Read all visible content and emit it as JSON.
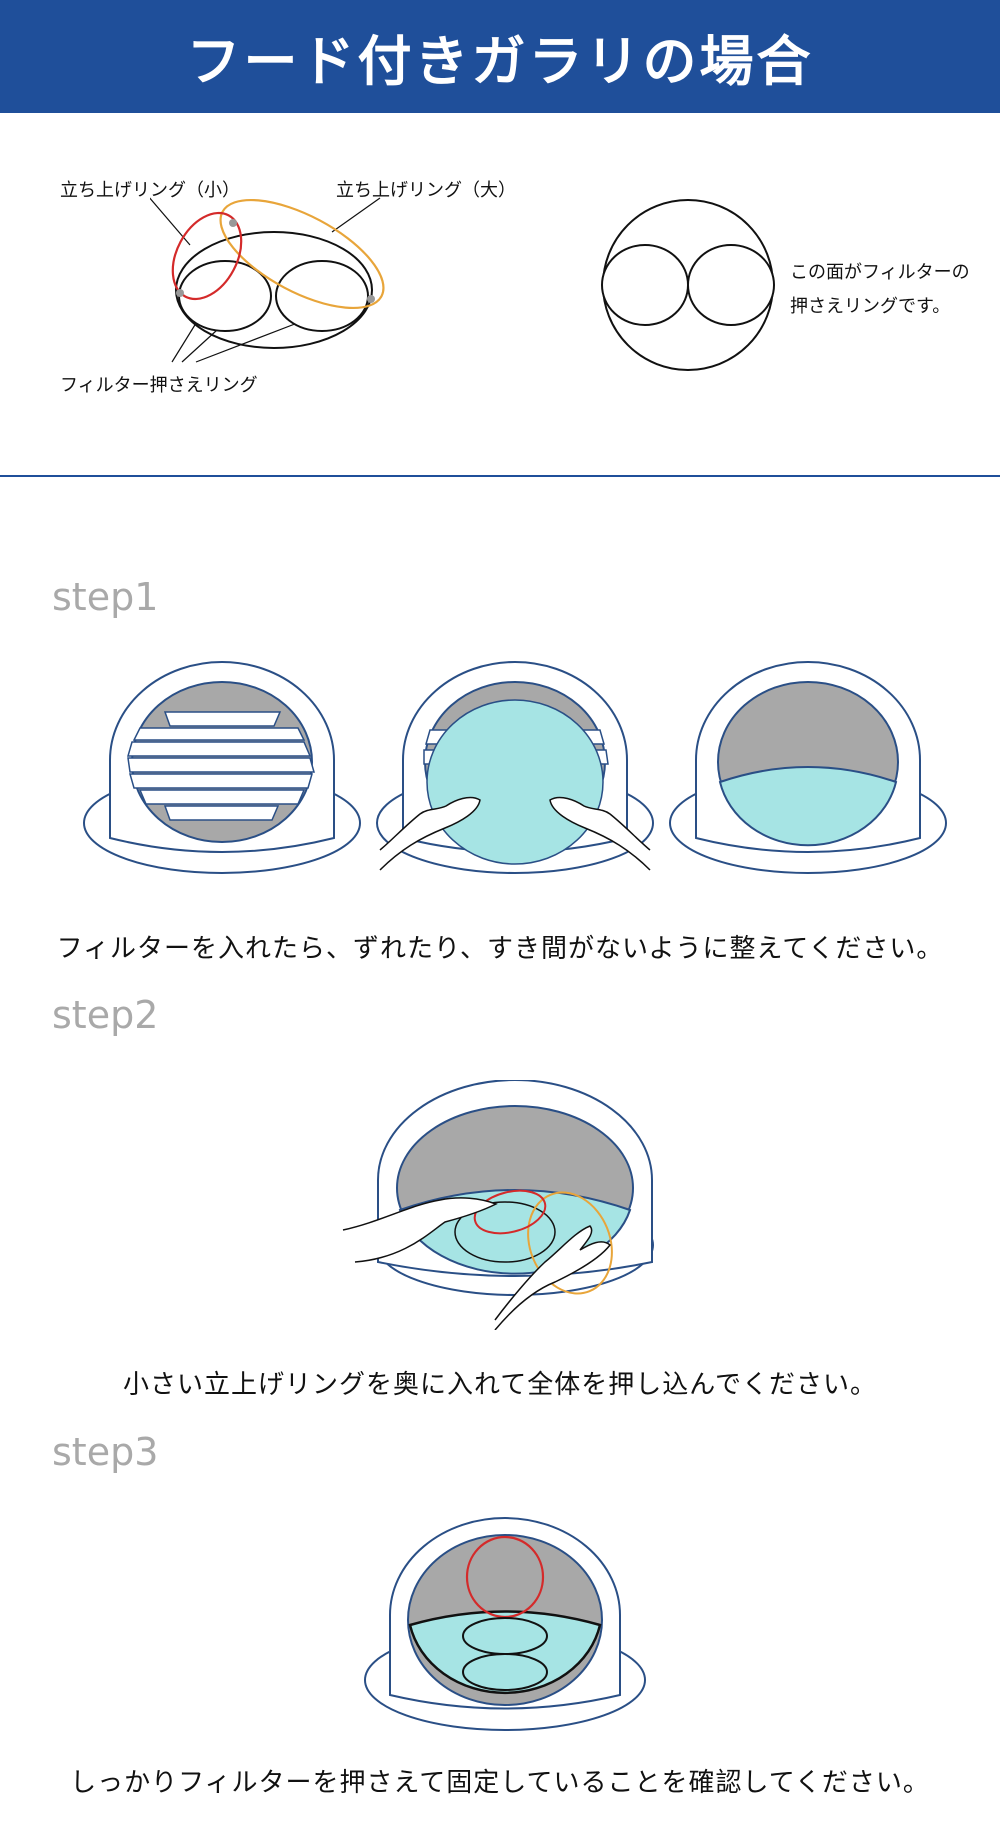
{
  "header": {
    "title": "フード付きガラリの場合"
  },
  "overview": {
    "label_small_ring": "立ち上げリング（小）",
    "label_large_ring": "立ち上げリング（大）",
    "label_filter_ring": "フィルター押さえリング",
    "note_line1": "この面がフィルターの",
    "note_line2": "押さえリングです。"
  },
  "steps": [
    {
      "label": "step1",
      "caption": "フィルターを入れたら、ずれたり、すき間がないように整えてください。"
    },
    {
      "label": "step2",
      "caption": "小さい立上げリングを奥に入れて全体を押し込んでください。"
    },
    {
      "label": "step3",
      "caption": "しっかりフィルターを押さえて固定していることを確認してください。"
    }
  ],
  "colors": {
    "header_bg": "#1f4f9a",
    "hood_line": "#2a4f86",
    "filter": "#a6e4e4",
    "interior": "#a8a8a8",
    "small_ring": "#d42a2a",
    "large_ring": "#e8a53a",
    "step_label": "#a9a9a9"
  }
}
